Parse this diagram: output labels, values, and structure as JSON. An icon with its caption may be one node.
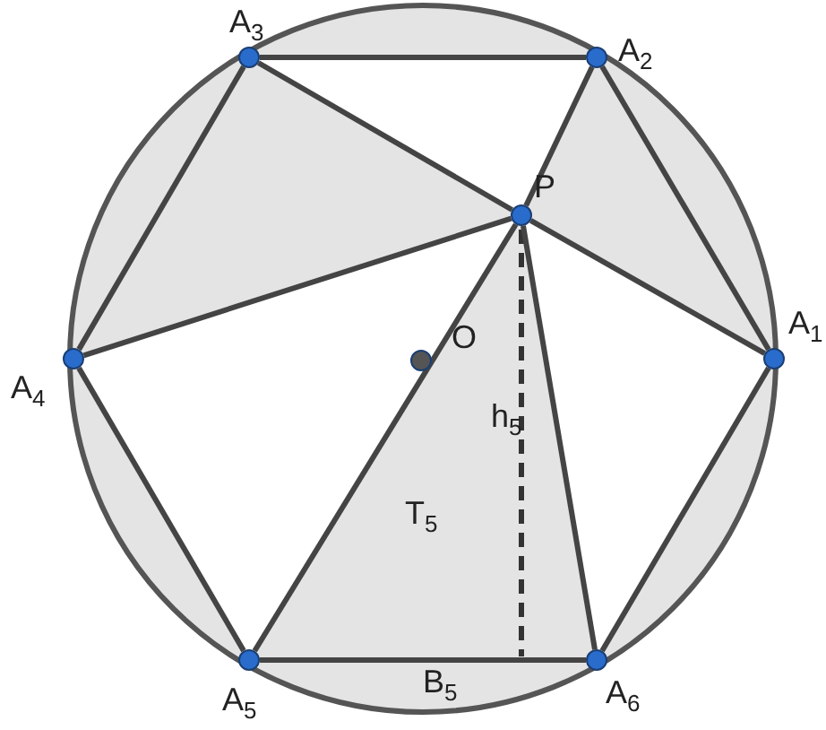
{
  "diagram": {
    "nodes": [
      {
        "text": [
          "A$_{1}$"
        ]
      },
      {
        "text": [
          "A$_{2}$"
        ]
      },
      {
        "text": [
          "A$_{3}$"
        ]
      },
      {
        "text": [
          "A$_{4}$"
        ]
      },
      {
        "text": [
          "A$_{5}$"
        ]
      },
      {
        "text": [
          "A$_{6}$"
        ]
      },
      {
        "text": [
          "P"
        ]
      },
      {
        "text": [
          "O"
        ]
      }
    ],
    "edges": [
      {
        "from": 0,
        "to": 1,
        "arrow": "none"
      },
      {
        "from": 1,
        "to": 2,
        "arrow": "none"
      },
      {
        "from": 2,
        "to": 3,
        "arrow": "none"
      },
      {
        "from": 3,
        "to": 4,
        "arrow": "none"
      },
      {
        "from": 4,
        "to": 5,
        "arrow": "none"
      },
      {
        "from": 5,
        "to": 0,
        "arrow": "none"
      },
      {
        "from": 6,
        "to": 0,
        "arrow": "none"
      },
      {
        "from": 6,
        "to": 1,
        "arrow": "none"
      },
      {
        "from": 6,
        "to": 2,
        "arrow": "none"
      },
      {
        "from": 6,
        "to": 3,
        "arrow": "none"
      },
      {
        "from": 6,
        "to": 4,
        "arrow": "none"
      },
      {
        "from": 6,
        "to": 5,
        "arrow": "none"
      }
    ],
    "labels": [
      "h$_{5}$",
      "T$_{5}$",
      "B$_{5}$"
    ]
  }
}
